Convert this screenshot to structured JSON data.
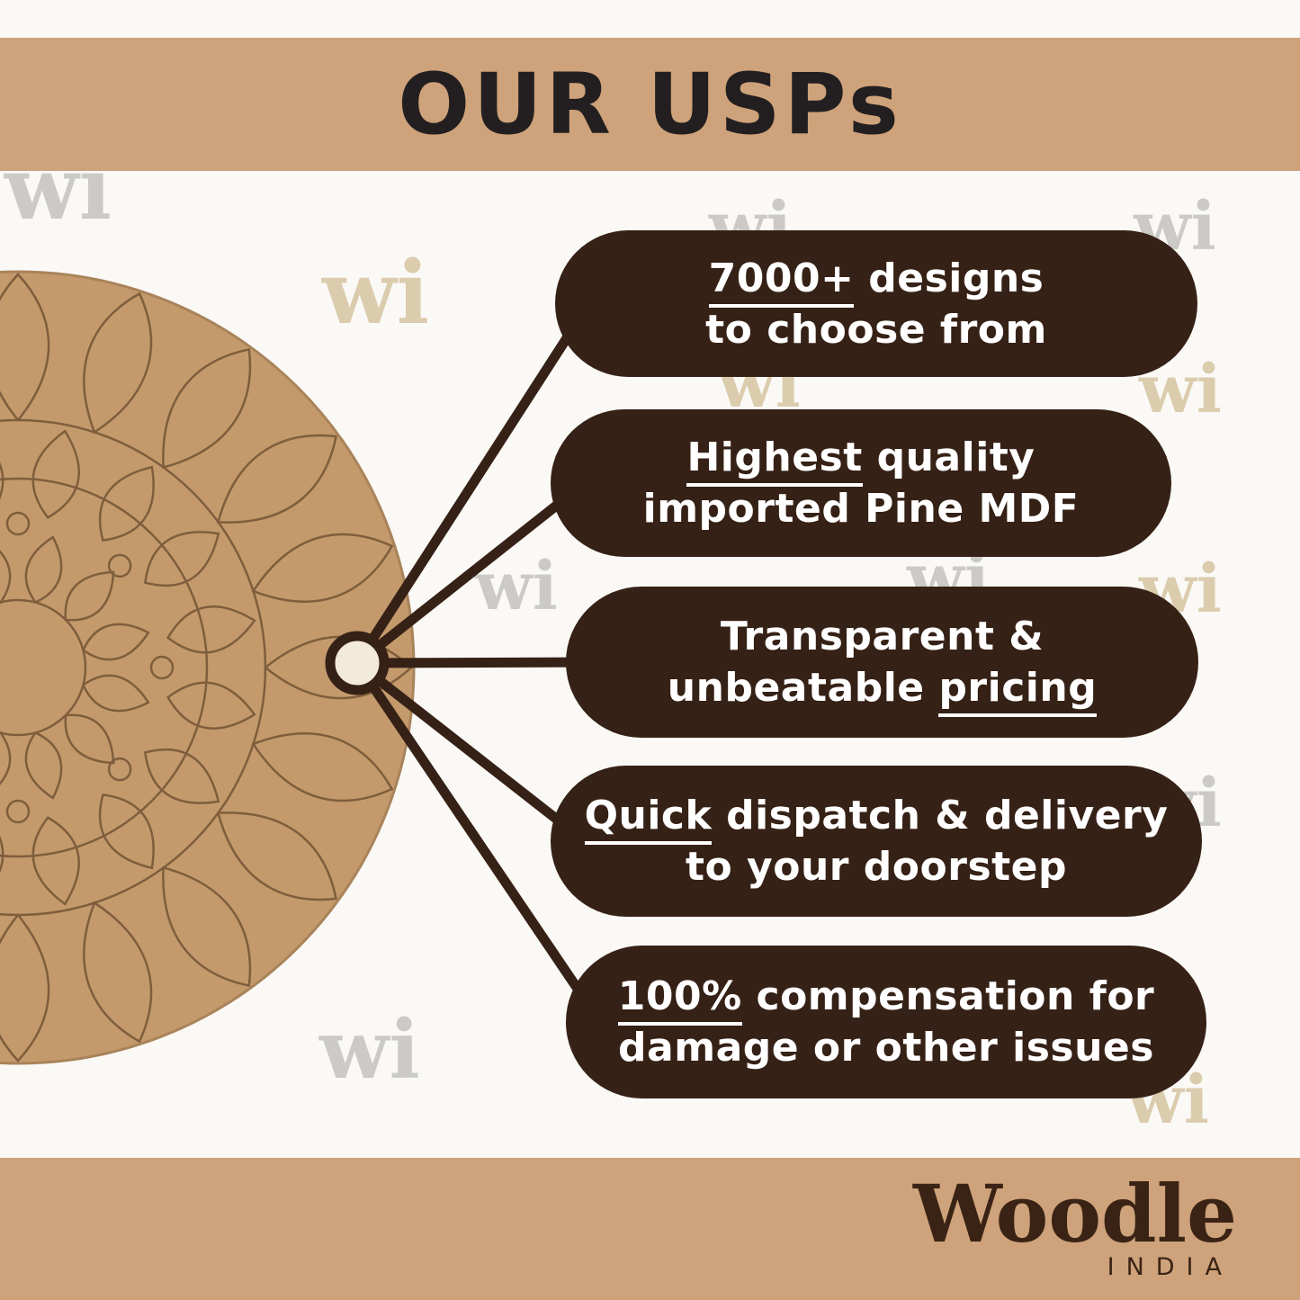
{
  "title": "OUR USPs",
  "watermark": "wi",
  "usps": [
    {
      "lines": [
        {
          "a": "",
          "u": "7000+",
          "b": " designs"
        },
        {
          "a": "to choose from",
          "u": "",
          "b": ""
        }
      ]
    },
    {
      "lines": [
        {
          "a": "",
          "u": "Highest",
          "b": " quality"
        },
        {
          "a": "imported Pine MDF",
          "u": "",
          "b": ""
        }
      ]
    },
    {
      "lines": [
        {
          "a": "Transparent &",
          "u": "",
          "b": ""
        },
        {
          "a": "unbeatable ",
          "u": "pricing",
          "b": ""
        }
      ]
    },
    {
      "lines": [
        {
          "a": "",
          "u": "Quick",
          "b": " dispatch & delivery"
        },
        {
          "a": "to your doorstep",
          "u": "",
          "b": ""
        }
      ]
    },
    {
      "lines": [
        {
          "a": "",
          "u": "100%",
          "b": " compensation for"
        },
        {
          "a": "damage or other issues",
          "u": "",
          "b": ""
        }
      ]
    }
  ],
  "logo": {
    "name": "Woodle",
    "country": "INDIA"
  },
  "colors": {
    "band": "#CEA27A",
    "pill_bg": "#362116",
    "pill_text": "#FFFFFF",
    "mdf": "#C49A6C",
    "mandala_line": "#7E5E3C",
    "connector": "#362116",
    "title_text": "#231F20",
    "watermark_gray": "#CBCAC6",
    "watermark_tan": "#DBCCAD"
  }
}
